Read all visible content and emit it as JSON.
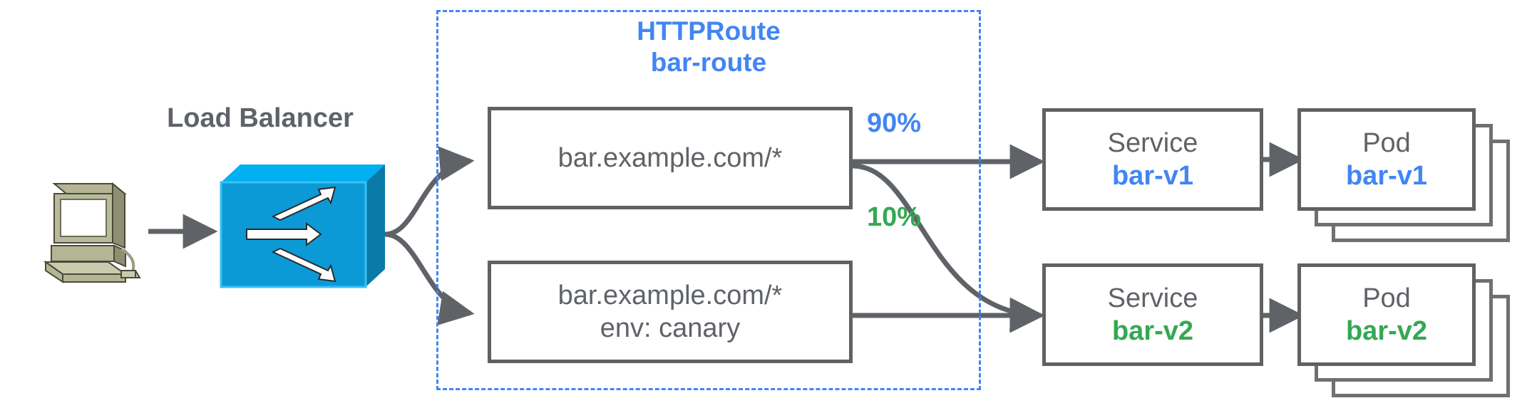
{
  "diagram": {
    "title_group": {
      "kind": "HTTPRoute",
      "name": "bar-route"
    },
    "load_balancer": {
      "label": "Load Balancer",
      "icon": "load-balancer-icon"
    },
    "client": {
      "icon": "workstation-icon"
    },
    "routes": [
      {
        "id": "route-primary",
        "lines": [
          "bar.example.com/*"
        ]
      },
      {
        "id": "route-canary",
        "lines": [
          "bar.example.com/*",
          "env: canary"
        ]
      }
    ],
    "weights": [
      {
        "value": "90%",
        "color": "#4285f4"
      },
      {
        "value": "10%",
        "color": "#34a853"
      }
    ],
    "services": [
      {
        "kind": "Service",
        "name": "bar-v1",
        "color": "#4285f4"
      },
      {
        "kind": "Service",
        "name": "bar-v2",
        "color": "#34a853"
      }
    ],
    "pods": [
      {
        "kind": "Pod",
        "name": "bar-v1",
        "color": "#4285f4",
        "replicas": 3
      },
      {
        "kind": "Pod",
        "name": "bar-v2",
        "color": "#34a853",
        "replicas": 3
      }
    ],
    "colors": {
      "blue": "#4285f4",
      "green": "#34a853",
      "gray": "#5f6368",
      "stroke": "#616161",
      "lb_body": "#0b9ad6",
      "lb_top": "#00b0f0",
      "lb_side": "#0a7ba8",
      "client_body": "#a9ab8a"
    }
  }
}
